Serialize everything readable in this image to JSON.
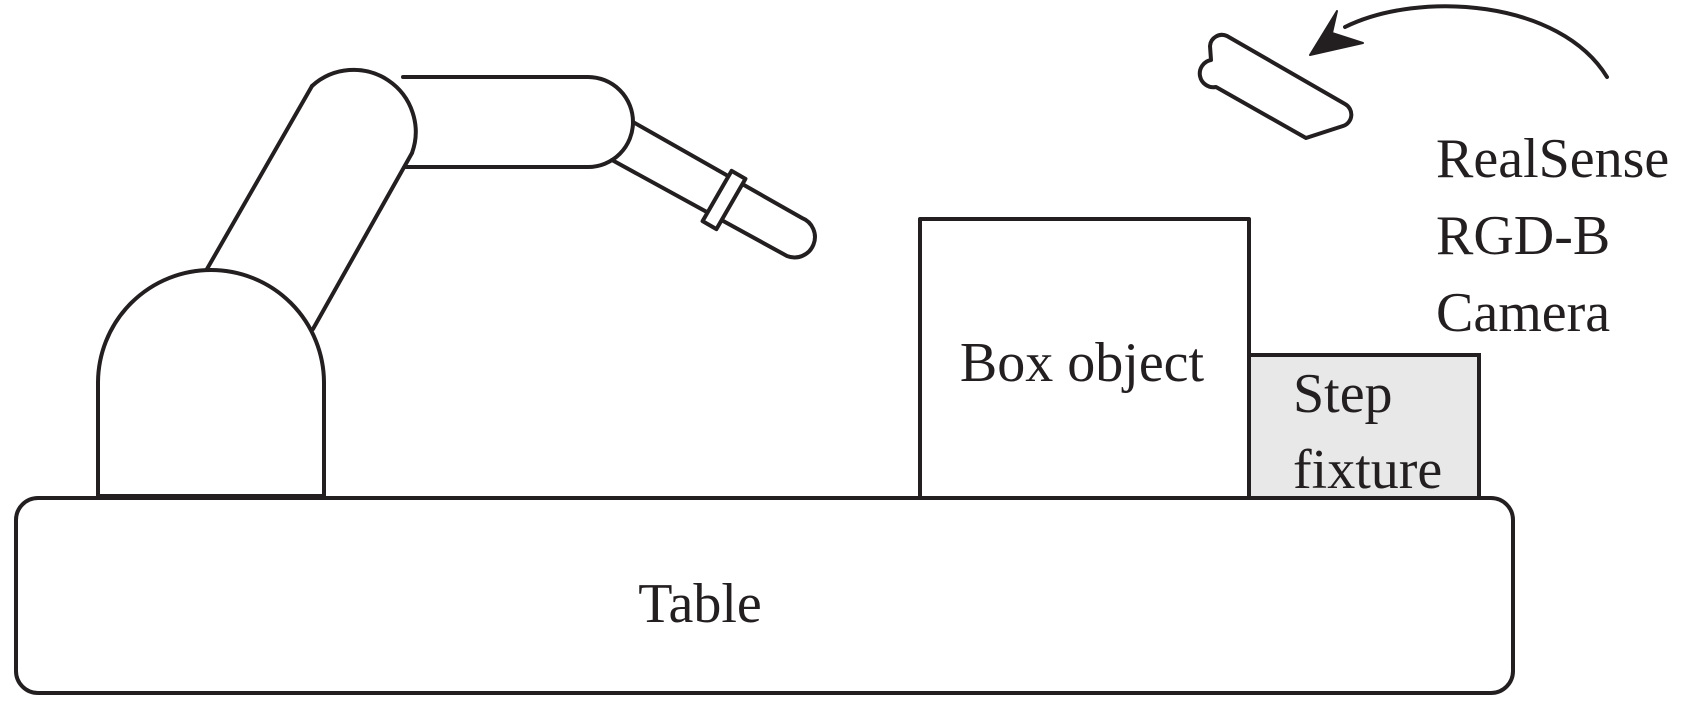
{
  "labels": {
    "table": "Table",
    "box_object": "Box object",
    "step_fixture_line1": "Step",
    "step_fixture_line2": "fixture",
    "camera_line1": "RealSense",
    "camera_line2": "RGD-B",
    "camera_line3": "Camera"
  },
  "colors": {
    "stroke": "#231f20",
    "step_fixture_fill": "#e8e8e8",
    "background": "#ffffff"
  }
}
